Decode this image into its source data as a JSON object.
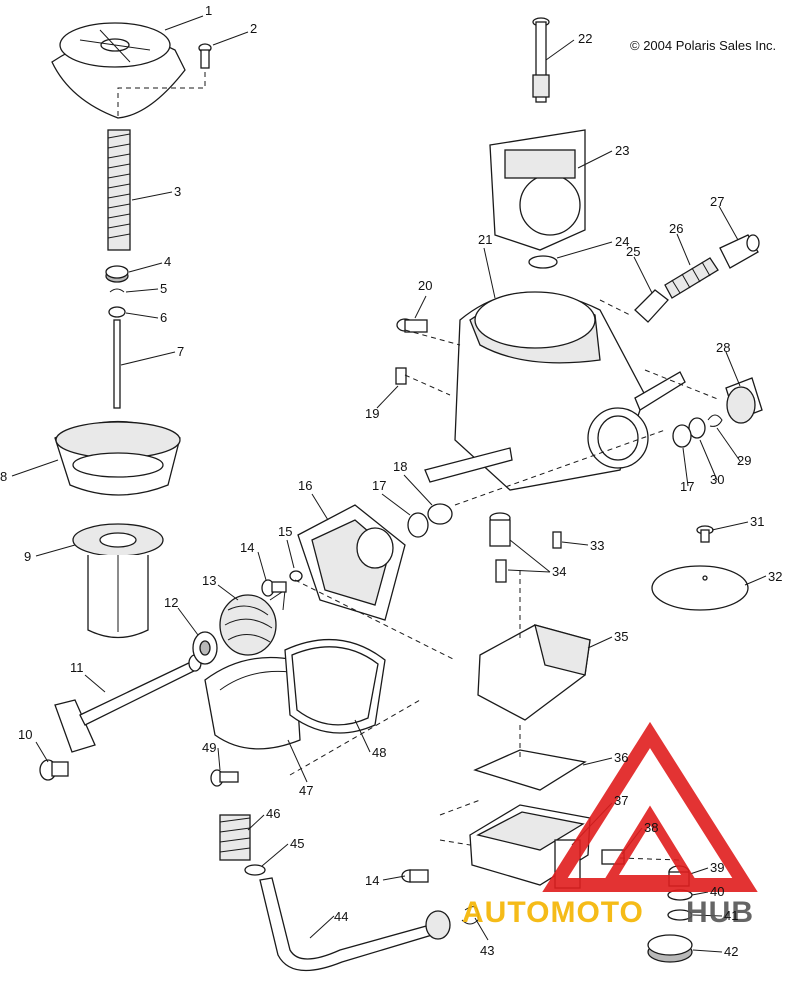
{
  "copyright": "© 2004 Polaris Sales Inc.",
  "watermark": {
    "brand_part1": "AUTOMOTO",
    "brand_part2": "HUB",
    "color_primary": "#e01e1e",
    "color_secondary": "#f4b400",
    "color_dark": "#555555"
  },
  "callouts": [
    {
      "id": "c1",
      "text": "1"
    },
    {
      "id": "c2",
      "text": "2"
    },
    {
      "id": "c3",
      "text": "3"
    },
    {
      "id": "c4",
      "text": "4"
    },
    {
      "id": "c5",
      "text": "5"
    },
    {
      "id": "c6",
      "text": "6"
    },
    {
      "id": "c7",
      "text": "7"
    },
    {
      "id": "c8",
      "text": "8"
    },
    {
      "id": "c9",
      "text": "9"
    },
    {
      "id": "c10",
      "text": "10"
    },
    {
      "id": "c11",
      "text": "11"
    },
    {
      "id": "c12",
      "text": "12"
    },
    {
      "id": "c13",
      "text": "13"
    },
    {
      "id": "c14a",
      "text": "14"
    },
    {
      "id": "c15",
      "text": "15"
    },
    {
      "id": "c16",
      "text": "16"
    },
    {
      "id": "c17a",
      "text": "17"
    },
    {
      "id": "c18",
      "text": "18"
    },
    {
      "id": "c19",
      "text": "19"
    },
    {
      "id": "c20",
      "text": "20"
    },
    {
      "id": "c21",
      "text": "21"
    },
    {
      "id": "c22",
      "text": "22"
    },
    {
      "id": "c23",
      "text": "23"
    },
    {
      "id": "c24",
      "text": "24"
    },
    {
      "id": "c25",
      "text": "25"
    },
    {
      "id": "c26",
      "text": "26"
    },
    {
      "id": "c27",
      "text": "27"
    },
    {
      "id": "c28",
      "text": "28"
    },
    {
      "id": "c29",
      "text": "29"
    },
    {
      "id": "c17b",
      "text": "17"
    },
    {
      "id": "c30",
      "text": "30"
    },
    {
      "id": "c31",
      "text": "31"
    },
    {
      "id": "c32",
      "text": "32"
    },
    {
      "id": "c33",
      "text": "33"
    },
    {
      "id": "c34",
      "text": "34"
    },
    {
      "id": "c35",
      "text": "35"
    },
    {
      "id": "c36",
      "text": "36"
    },
    {
      "id": "c37",
      "text": "37"
    },
    {
      "id": "c38",
      "text": "38"
    },
    {
      "id": "c39",
      "text": "39"
    },
    {
      "id": "c40",
      "text": "40"
    },
    {
      "id": "c41",
      "text": "41"
    },
    {
      "id": "c42",
      "text": "42"
    },
    {
      "id": "c43",
      "text": "43"
    },
    {
      "id": "c44",
      "text": "44"
    },
    {
      "id": "c45",
      "text": "45"
    },
    {
      "id": "c46",
      "text": "46"
    },
    {
      "id": "c47",
      "text": "47"
    },
    {
      "id": "c48",
      "text": "48"
    },
    {
      "id": "c49",
      "text": "49"
    },
    {
      "id": "c14b",
      "text": "14"
    }
  ]
}
